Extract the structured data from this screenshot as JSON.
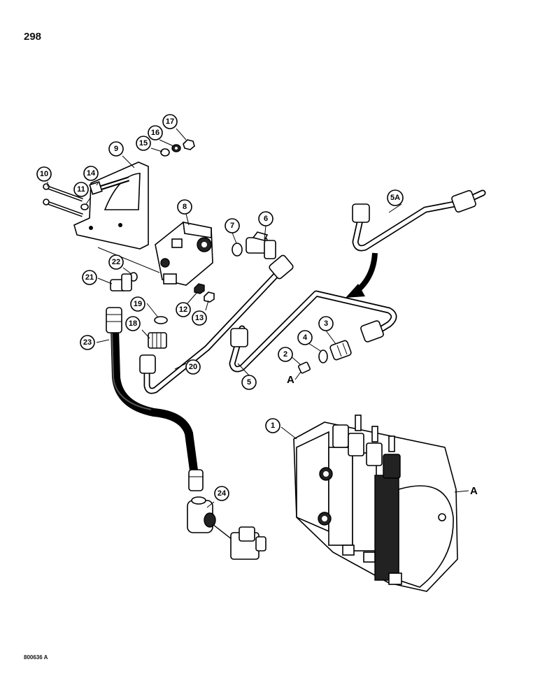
{
  "page": {
    "number": "298",
    "figure_code": "800636 A"
  },
  "callouts": [
    "1",
    "2",
    "3",
    "4",
    "5",
    "5A",
    "6",
    "7",
    "8",
    "9",
    "10",
    "11",
    "12",
    "13",
    "14",
    "15",
    "16",
    "17",
    "18",
    "19",
    "20",
    "21",
    "22",
    "23",
    "24"
  ],
  "reference_letters": {
    "a_left": "A",
    "a_right": "A"
  }
}
